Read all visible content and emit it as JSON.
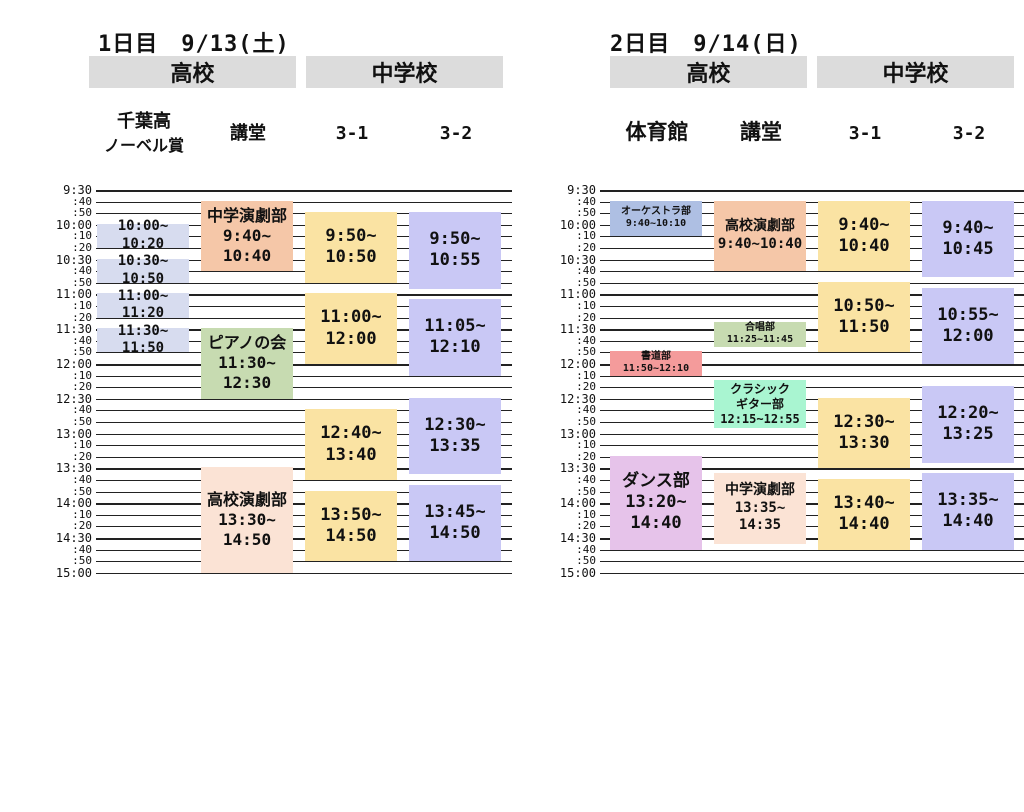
{
  "day1": {
    "title": "1日目　9/13(土)",
    "groups": {
      "high": "高校",
      "middle": "中学校"
    },
    "columns": [
      {
        "label": "千葉高",
        "sub": "ノーベル賞"
      },
      {
        "label": "講堂"
      },
      {
        "label": "3-1"
      },
      {
        "label": "3-2"
      }
    ],
    "events": [
      {
        "col": 0,
        "start": "10:00",
        "end": "10:20",
        "lines": [
          "10:00~",
          "10:20"
        ],
        "color": "#d7dcef"
      },
      {
        "col": 0,
        "start": "10:30",
        "end": "10:50",
        "lines": [
          "10:30~",
          "10:50"
        ],
        "color": "#d7dcef"
      },
      {
        "col": 0,
        "start": "11:00",
        "end": "11:20",
        "lines": [
          "11:00~",
          "11:20"
        ],
        "color": "#d7dcef"
      },
      {
        "col": 0,
        "start": "11:30",
        "end": "11:50",
        "lines": [
          "11:30~",
          "11:50"
        ],
        "color": "#d7dcef"
      },
      {
        "col": 1,
        "start": "9:40",
        "end": "10:40",
        "lines": [
          "中学演劇部",
          "9:40~",
          "10:40"
        ],
        "color": "#f5c7a8"
      },
      {
        "col": 1,
        "start": "11:30",
        "end": "12:30",
        "lines": [
          "ピアノの会",
          "11:30~",
          "12:30"
        ],
        "color": "#c7dbb1"
      },
      {
        "col": 1,
        "start": "13:30",
        "end": "15:00",
        "lines": [
          "高校演劇部",
          "13:30~",
          "14:50"
        ],
        "color": "#fbe3d5"
      },
      {
        "col": 2,
        "start": "9:50",
        "end": "10:50",
        "lines": [
          "9:50~",
          "10:50"
        ],
        "color": "#fae3a3"
      },
      {
        "col": 2,
        "start": "11:00",
        "end": "12:00",
        "lines": [
          "11:00~",
          "12:00"
        ],
        "color": "#fae3a3"
      },
      {
        "col": 2,
        "start": "12:40",
        "end": "13:40",
        "lines": [
          "12:40~",
          "13:40"
        ],
        "color": "#fae3a3"
      },
      {
        "col": 2,
        "start": "13:50",
        "end": "14:50",
        "lines": [
          "13:50~",
          "14:50"
        ],
        "color": "#fae3a3"
      },
      {
        "col": 3,
        "start": "9:50",
        "end": "10:55",
        "lines": [
          "9:50~",
          "10:55"
        ],
        "color": "#c9c8f5"
      },
      {
        "col": 3,
        "start": "11:05",
        "end": "12:10",
        "lines": [
          "11:05~",
          "12:10"
        ],
        "color": "#c9c8f5"
      },
      {
        "col": 3,
        "start": "12:30",
        "end": "13:35",
        "lines": [
          "12:30~",
          "13:35"
        ],
        "color": "#c9c8f5"
      },
      {
        "col": 3,
        "start": "13:45",
        "end": "14:50",
        "lines": [
          "13:45~",
          "14:50"
        ],
        "color": "#c9c8f5"
      }
    ]
  },
  "day2": {
    "title": "2日目　9/14(日)",
    "groups": {
      "high": "高校",
      "middle": "中学校"
    },
    "columns": [
      {
        "label": "体育館"
      },
      {
        "label": "講堂"
      },
      {
        "label": "3-1"
      },
      {
        "label": "3-2"
      }
    ],
    "events": [
      {
        "col": 0,
        "start": "9:40",
        "end": "10:10",
        "lines": [
          "オーケストラ部",
          "9:40~10:10"
        ],
        "color": "#aebfe3",
        "size": "small"
      },
      {
        "col": 0,
        "start": "11:50",
        "end": "12:10",
        "lines": [
          "書道部",
          "11:50~12:10"
        ],
        "color": "#f49b9b",
        "size": "small"
      },
      {
        "col": 0,
        "start": "13:20",
        "end": "14:40",
        "lines": [
          "ダンス部",
          "13:20~",
          "14:40"
        ],
        "color": "#e6c3ea"
      },
      {
        "col": 1,
        "start": "9:40",
        "end": "10:40",
        "lines": [
          "高校演劇部",
          "9:40~10:40"
        ],
        "color": "#f5c7a8"
      },
      {
        "col": 1,
        "start": "11:25",
        "end": "11:45",
        "lines": [
          "合唱部",
          "11:25~11:45"
        ],
        "color": "#c7dbb1",
        "size": "small"
      },
      {
        "col": 1,
        "start": "12:15",
        "end": "12:55",
        "lines": [
          "クラシック",
          "ギター部",
          "12:15~12:55"
        ],
        "color": "#a9f5d1",
        "size": "medium"
      },
      {
        "col": 1,
        "start": "13:35",
        "end": "14:35",
        "lines": [
          "中学演劇部",
          "13:35~",
          "14:35"
        ],
        "color": "#fbe3d5"
      },
      {
        "col": 2,
        "start": "9:40",
        "end": "10:40",
        "lines": [
          "9:40~",
          "10:40"
        ],
        "color": "#fae3a3"
      },
      {
        "col": 2,
        "start": "10:50",
        "end": "11:50",
        "lines": [
          "10:50~",
          "11:50"
        ],
        "color": "#fae3a3"
      },
      {
        "col": 2,
        "start": "12:30",
        "end": "13:30",
        "lines": [
          "12:30~",
          "13:30"
        ],
        "color": "#fae3a3"
      },
      {
        "col": 2,
        "start": "13:40",
        "end": "14:40",
        "lines": [
          "13:40~",
          "14:40"
        ],
        "color": "#fae3a3"
      },
      {
        "col": 3,
        "start": "9:40",
        "end": "10:45",
        "lines": [
          "9:40~",
          "10:45"
        ],
        "color": "#c9c8f5"
      },
      {
        "col": 3,
        "start": "10:55",
        "end": "12:00",
        "lines": [
          "10:55~",
          "12:00"
        ],
        "color": "#c9c8f5"
      },
      {
        "col": 3,
        "start": "12:20",
        "end": "13:25",
        "lines": [
          "12:20~",
          "13:25"
        ],
        "color": "#c9c8f5"
      },
      {
        "col": 3,
        "start": "13:35",
        "end": "14:40",
        "lines": [
          "13:35~",
          "14:40"
        ],
        "color": "#c9c8f5"
      }
    ]
  }
}
